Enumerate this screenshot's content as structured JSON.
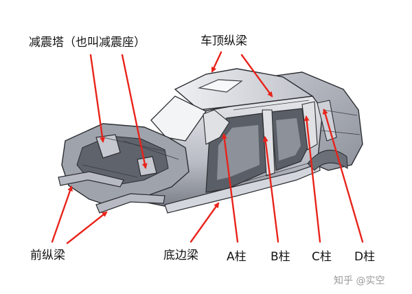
{
  "labels": {
    "shock_tower": "减震塔（也叫减震座）",
    "roof_rail": "车顶纵梁",
    "front_rail": "前纵梁",
    "rocker": "底边梁",
    "a_pillar": "A柱",
    "b_pillar": "B柱",
    "c_pillar": "C柱",
    "d_pillar": "D柱"
  },
  "watermark": "知乎 @实空",
  "colors": {
    "arrow": "#e8231a",
    "body_light": "#d9dbe0",
    "body_mid": "#a9adb6",
    "body_dark": "#4c5058",
    "outline": "#2a2c30"
  }
}
